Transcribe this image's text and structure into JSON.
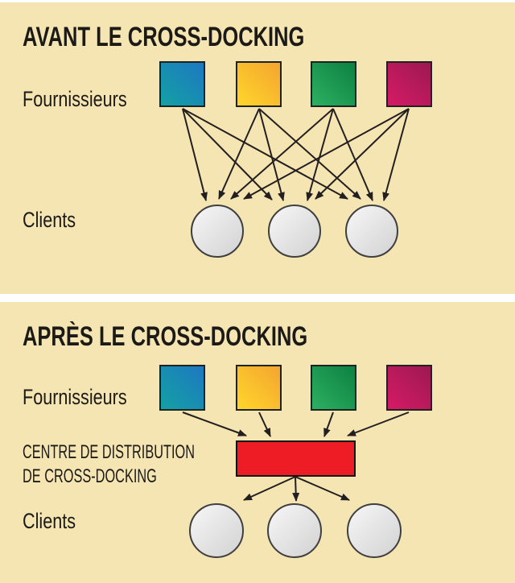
{
  "colors": {
    "page_background": "#ffffff",
    "panel_background": "#f4e5b2",
    "text": "#1c1a17",
    "arrow": "#231f20",
    "square_border": "#1e2321",
    "circle_border": "#3f3f3f",
    "circle_fill_light": "#f7f7f7",
    "circle_fill_dark": "#d2d2d2",
    "dc_box_fill": "#ee1c24"
  },
  "panel_before": {
    "title": "AVANT LE CROSS-DOCKING",
    "suppliers_label": "Fournissieurs",
    "clients_label": "Clients",
    "suppliers": [
      {
        "name": "blue",
        "gradient_start": "#14a1a4",
        "gradient_end": "#1d78c1"
      },
      {
        "name": "yellow",
        "gradient_start": "#ffd62b",
        "gradient_end": "#f4a52f"
      },
      {
        "name": "green",
        "gradient_start": "#2db061",
        "gradient_end": "#0d8142"
      },
      {
        "name": "magenta",
        "gradient_start": "#d61a66",
        "gradient_end": "#9c1950"
      }
    ],
    "client_count": 3
  },
  "panel_after": {
    "title": "APRÈS LE CROSS-DOCKING",
    "suppliers_label": "Fournissieurs",
    "distribution_center_label_line1": "CENTRE DE DISTRIBUTION",
    "distribution_center_label_line2": "DE CROSS-DOCKING",
    "clients_label": "Clients",
    "suppliers": [
      {
        "name": "blue",
        "gradient_start": "#14a1a4",
        "gradient_end": "#1d78c1"
      },
      {
        "name": "yellow",
        "gradient_start": "#ffd62b",
        "gradient_end": "#f4a52f"
      },
      {
        "name": "green",
        "gradient_start": "#2db061",
        "gradient_end": "#0d8142"
      },
      {
        "name": "magenta",
        "gradient_start": "#d61a66",
        "gradient_end": "#9c1950"
      }
    ],
    "client_count": 3
  }
}
